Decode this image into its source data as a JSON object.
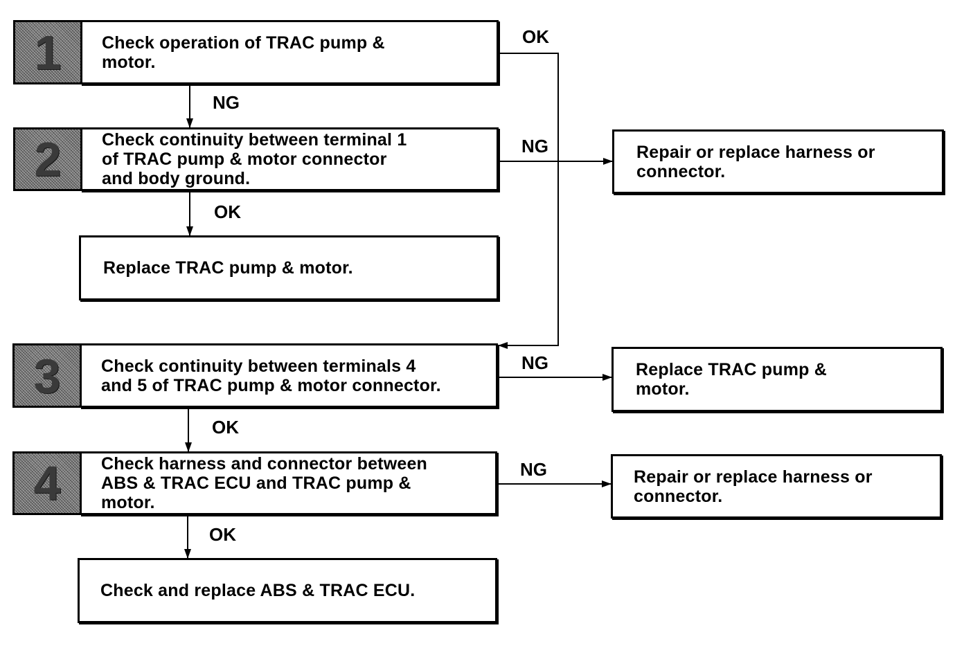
{
  "steps": [
    {
      "number": "1",
      "text": "Check operation of TRAC pump &\nmotor."
    },
    {
      "number": "2",
      "text": "Check continuity between terminal 1\nof TRAC pump & motor connector\nand body ground."
    },
    {
      "number": "3",
      "text": "Check continuity between terminals 4\nand 5 of TRAC pump & motor connector."
    },
    {
      "number": "4",
      "text": "Check harness and connector between\nABS & TRAC ECU and TRAC pump &\nmotor."
    }
  ],
  "results": {
    "replace_pump_1": "Replace TRAC pump & motor.",
    "repair_harness_2": "Repair or replace harness or\nconnector.",
    "replace_pump_3": "Replace TRAC pump &\nmotor.",
    "repair_harness_4": "Repair or replace harness or\nconnector.",
    "replace_ecu": "Check and replace ABS & TRAC ECU."
  },
  "edges": {
    "step1_ok": "OK",
    "step1_ng": "NG",
    "step2_ng": "NG",
    "step2_ok": "OK",
    "step3_ng": "NG",
    "step3_ok": "OK",
    "step4_ng": "NG",
    "step4_ok": "OK"
  },
  "colors": {
    "line": "#000000",
    "badge_fill": "#8a8a8a"
  }
}
